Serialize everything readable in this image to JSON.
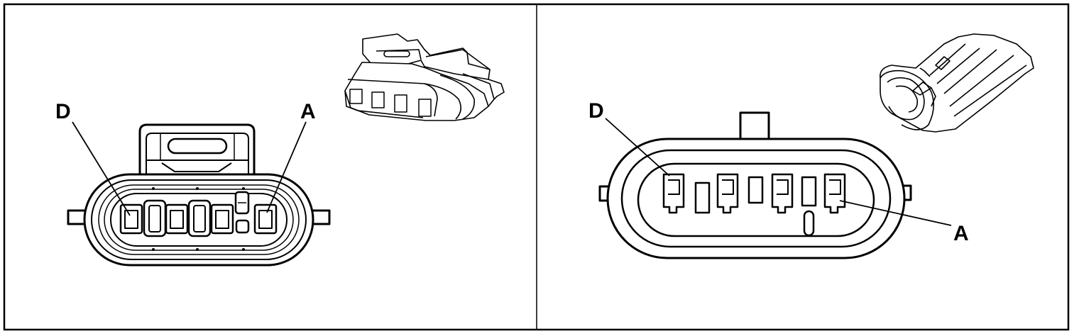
{
  "colors": {
    "line": "#000000",
    "fill": "#ffffff",
    "shade": "#d9d9d9"
  },
  "left_panel": {
    "label_d": "D",
    "label_a": "A"
  },
  "right_panel": {
    "label_d": "D",
    "label_a": "A"
  }
}
